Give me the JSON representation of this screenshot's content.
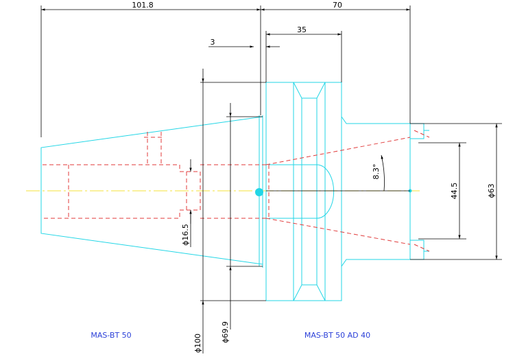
{
  "dimensions": {
    "top_left": "101.8",
    "top_right": "70",
    "upper_35": "35",
    "small_3": "3",
    "angle": "8.3°",
    "dia_44_5": "44.5",
    "dia_63": "ϕ63",
    "dia_16_5": "ϕ16.5",
    "dia_69_9": "ϕ69.9",
    "dia_100": "ϕ100"
  },
  "captions": {
    "left": "MAS-BT 50",
    "right": "MAS-BT 50 AD 40"
  },
  "colors": {
    "outline": "#22d6e6",
    "hidden": "#e03a3a",
    "centerline": "#f4e03a",
    "dimension": "#000000",
    "caption": "#2a3fd8"
  }
}
